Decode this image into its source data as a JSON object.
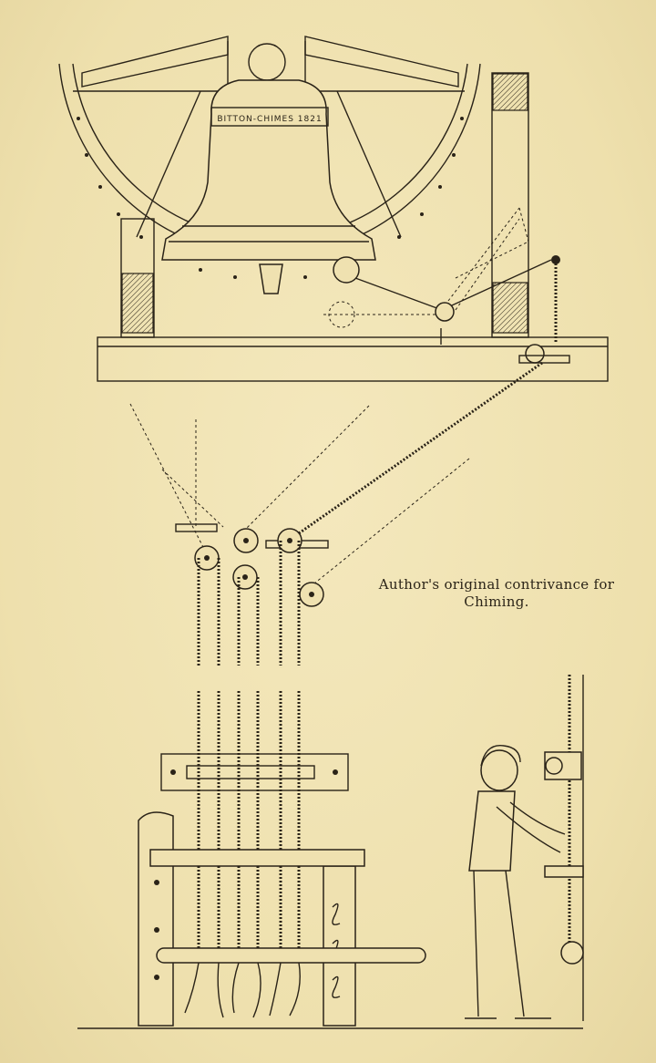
{
  "caption": {
    "line1": "Author's original contrivance for",
    "line2": "Chiming."
  },
  "bell": {
    "inscription": "BITTON-CHIMES 1821"
  }
}
